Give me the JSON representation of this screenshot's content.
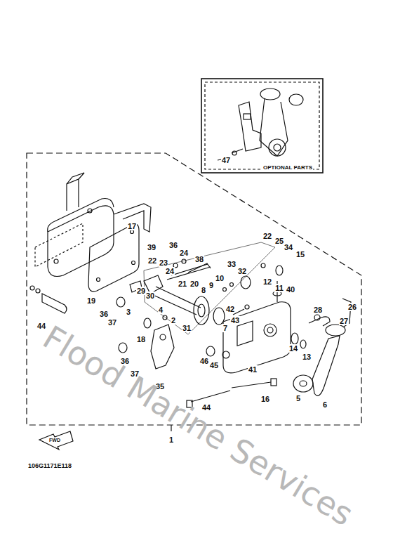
{
  "diagram": {
    "labels": [
      "47",
      "OPTIONAL PARTS",
      "17",
      "22",
      "25",
      "34",
      "15",
      "39",
      "36",
      "24",
      "22",
      "23",
      "38",
      "33",
      "24",
      "32",
      "10",
      "12",
      "19",
      "29",
      "30",
      "21",
      "20",
      "9",
      "8",
      "11",
      "40",
      "4",
      "36",
      "37",
      "44",
      "42",
      "43",
      "7",
      "31",
      "3",
      "2",
      "18",
      "28",
      "27",
      "26",
      "14",
      "13",
      "36",
      "37",
      "35",
      "46",
      "45",
      "41",
      "5",
      "6",
      "16",
      "44",
      "1",
      "FWD",
      "106G1171E118",
      "Flood Marine Services"
    ]
  }
}
